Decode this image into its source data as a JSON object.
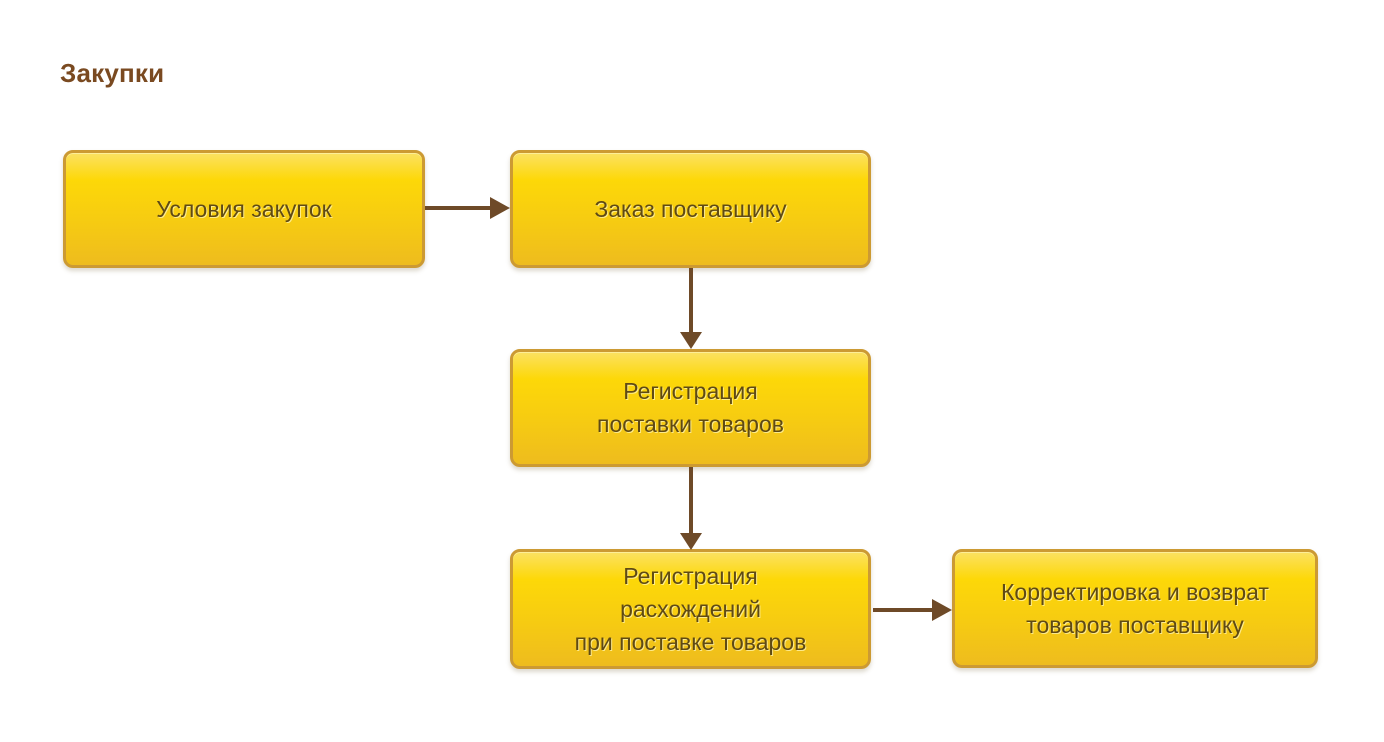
{
  "title": "Закупки",
  "colors": {
    "page_bg": "#ffffff",
    "title_text": "#7a4a21",
    "node_fill_top": "#fbe162",
    "node_fill_mid": "#fdd808",
    "node_fill_bottom": "#eebc1e",
    "node_border": "#cc9a33",
    "node_text": "#5f4a14",
    "arrow": "#6e4a28"
  },
  "nodes": [
    {
      "id": "usloviya-zakupok",
      "label": "Условия закупок"
    },
    {
      "id": "zakaz-postavshchiku",
      "label": "Заказ поставщику"
    },
    {
      "id": "registratsiya-postavki-tovarov",
      "label": "Регистрация\nпоставки товаров"
    },
    {
      "id": "registratsiya-raskhozhdeniy",
      "label": "Регистрация\nрасхождений\nпри поставке товаров"
    },
    {
      "id": "korrektirovka-i-vozvrat",
      "label": "Корректировка и возврат\nтоваров поставщику"
    }
  ],
  "edges": [
    {
      "from": "usloviya-zakupok",
      "to": "zakaz-postavshchiku",
      "direction": "right"
    },
    {
      "from": "zakaz-postavshchiku",
      "to": "registratsiya-postavki-tovarov",
      "direction": "down"
    },
    {
      "from": "registratsiya-postavki-tovarov",
      "to": "registratsiya-raskhozhdeniy",
      "direction": "down"
    },
    {
      "from": "registratsiya-raskhozhdeniy",
      "to": "korrektirovka-i-vozvrat",
      "direction": "right"
    }
  ]
}
